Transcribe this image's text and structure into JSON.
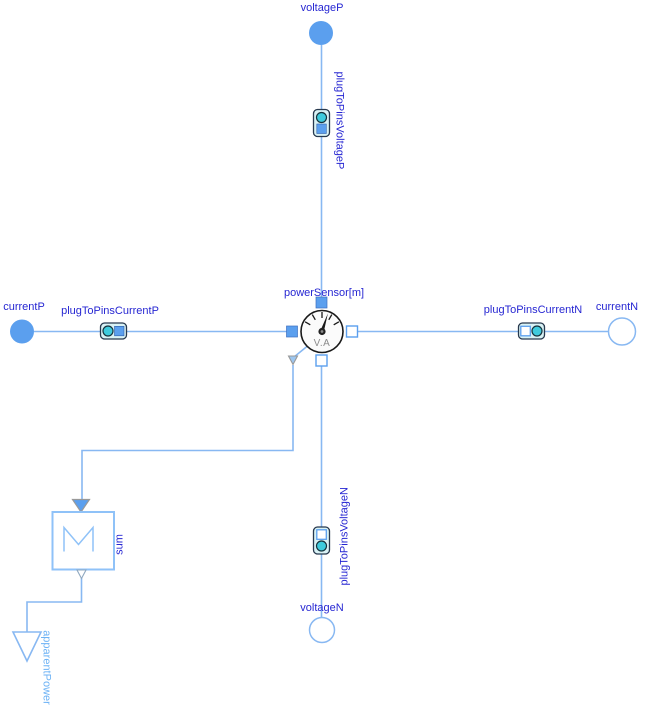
{
  "palette": {
    "connection_line": "#88B8F2",
    "label_text": "#2626D2",
    "faded_label_text": "#6CB2F5",
    "filled_pin_blue": "#5B9FEE",
    "open_pin_border": "#88B8F2",
    "plug_body_fill": "#D9F2F5",
    "plug_body_border": "#27384D",
    "pin_circle_cyan": "#3FCBDD",
    "block_border_blue": "#8FC2F8",
    "gauge_outline": "#1A1A1A",
    "gauge_text_gray": "#8C8C8C",
    "connector_gray_border": "#999999"
  },
  "labels": {
    "voltageP": "voltageP",
    "plugToPinsVoltageP": "plugToPinsVoltageP",
    "powerSensor": "powerSensor[m]",
    "currentP": "currentP",
    "plugToPinsCurrentP": "plugToPinsCurrentP",
    "plugToPinsCurrentN": "plugToPinsCurrentN",
    "currentN": "currentN",
    "plugToPinsVoltageN": "plugToPinsVoltageN",
    "voltageN": "voltageN",
    "sum": "sum",
    "apparentPower": "apparentPower",
    "gauge_unit": "V.A"
  }
}
